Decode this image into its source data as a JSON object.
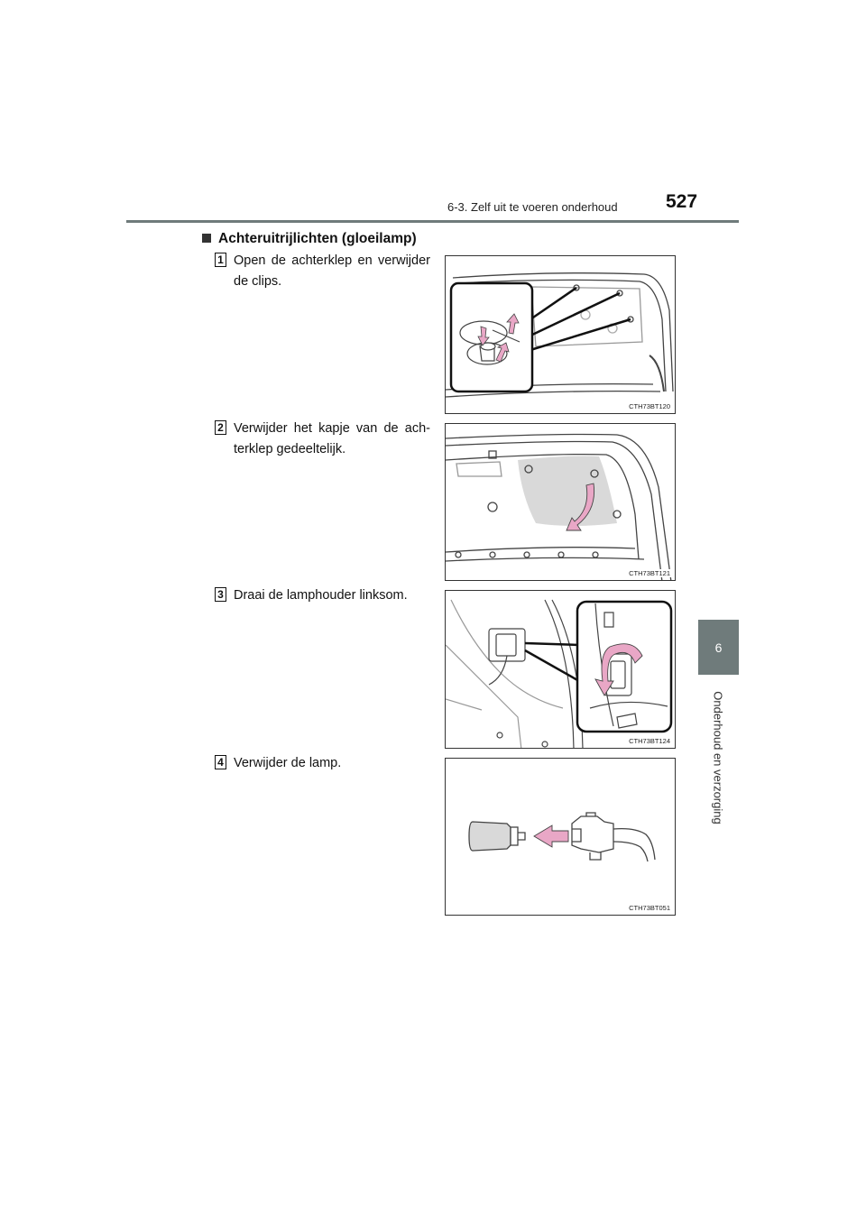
{
  "header": {
    "section": "6-3. Zelf uit te voeren onderhoud",
    "page_number": "527"
  },
  "chapter": {
    "number": "6",
    "title": "Onderhoud en verzorging"
  },
  "section_heading": "Achteruitrijlichten (gloeilamp)",
  "steps": [
    {
      "number": "1",
      "text": "Open de achterklep en verwijder de clips.",
      "figure_code": "CTH73BT120"
    },
    {
      "number": "2",
      "text": "Verwijder het kapje van de ach­terklep gedeeltelijk.",
      "figure_code": "CTH73BT121"
    },
    {
      "number": "3",
      "text": "Draai de lamphouder linksom.",
      "figure_code": "CTH73BT124"
    },
    {
      "number": "4",
      "text": "Verwijder de lamp.",
      "figure_code": "CTH73BT051"
    }
  ],
  "colors": {
    "accent": "#6f7b7b",
    "arrow": "#e9a7c6",
    "arrow_outline": "#444444",
    "shade": "#d9d9d9"
  }
}
